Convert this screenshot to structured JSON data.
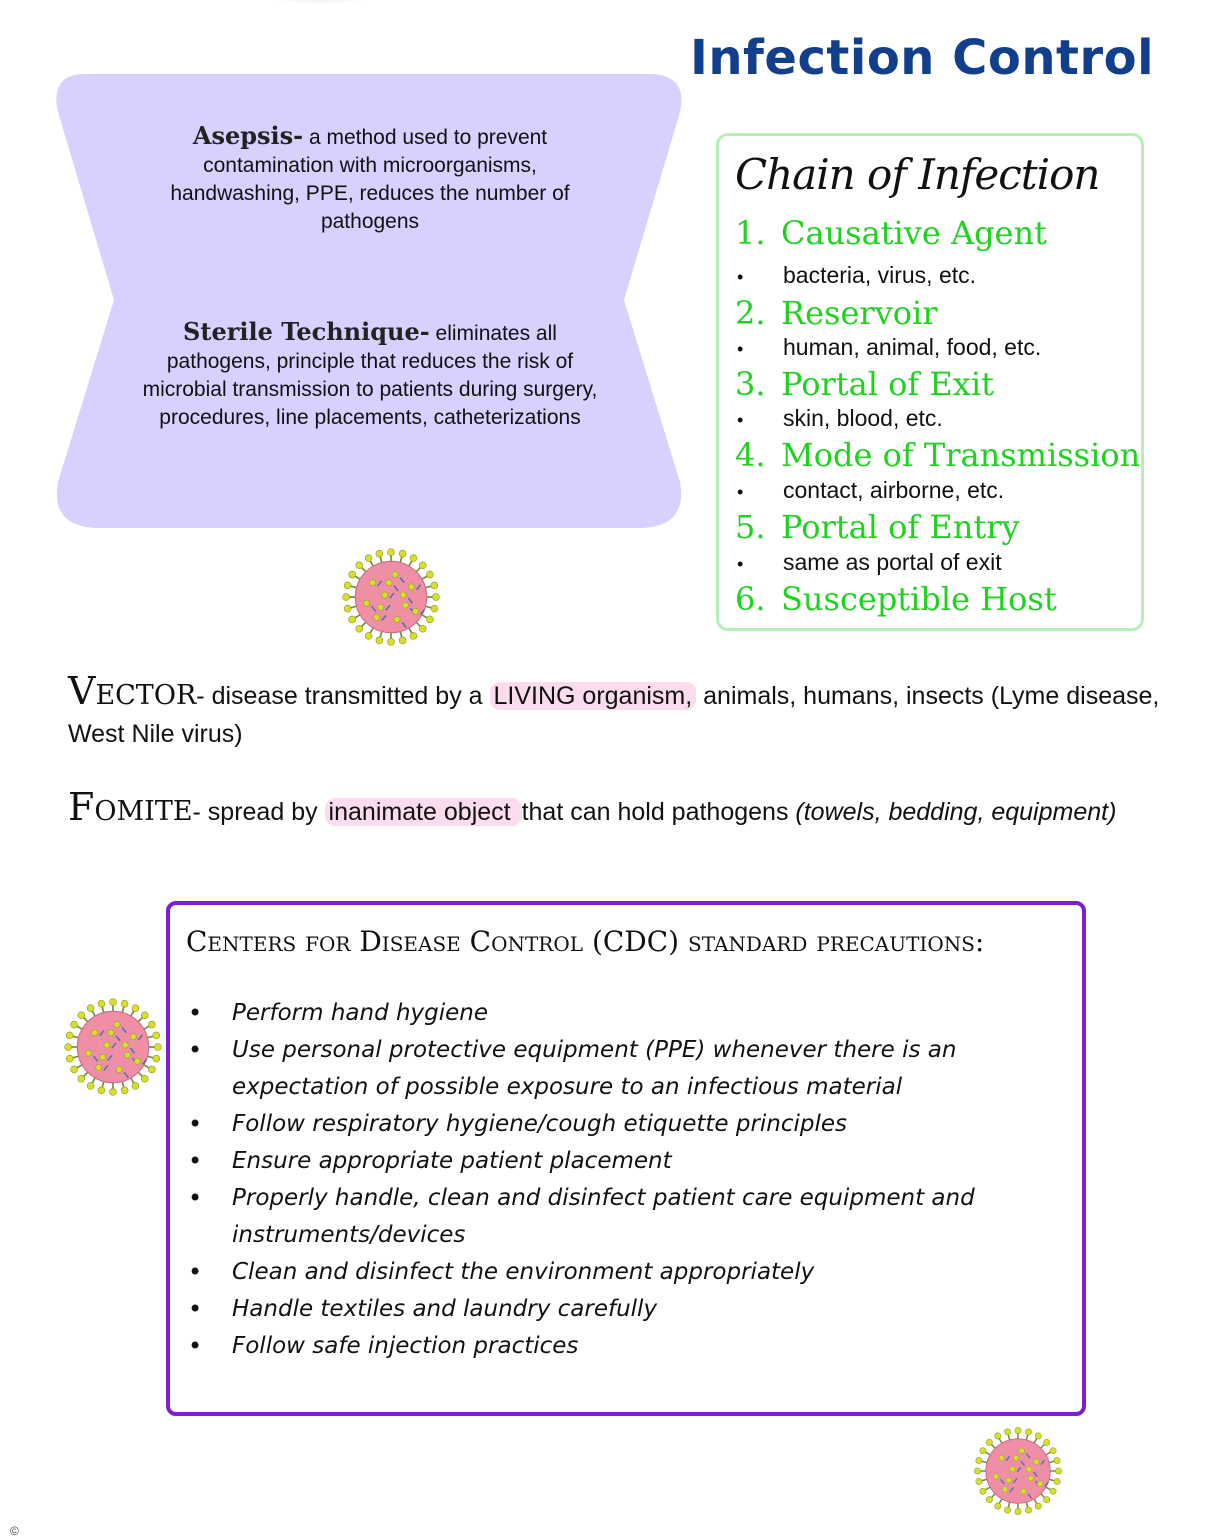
{
  "title": "Infection Control",
  "definitions": {
    "asepsis": {
      "term": "Asepsis-",
      "text": " a method used to prevent contamination with microorganisms, handwashing, PPE, reduces the number of pathogens"
    },
    "sterile": {
      "term": "Sterile Technique-",
      "text": " eliminates all pathogens, principle that reduces the risk of microbial transmission to patients during surgery, procedures, line placements, catheterizations"
    }
  },
  "chain": {
    "title": "Chain of Infection",
    "steps": [
      {
        "num": "1.",
        "label": "Causative Agent",
        "detail": "bacteria, virus, etc."
      },
      {
        "num": "2.",
        "label": "Reservoir",
        "detail": "human, animal, food, etc."
      },
      {
        "num": "3.",
        "label": "Portal of Exit",
        "detail": "skin, blood, etc."
      },
      {
        "num": "4.",
        "label": "Mode of Transmission",
        "detail": "contact, airborne, etc."
      },
      {
        "num": "5.",
        "label": "Portal of Entry",
        "detail": "same as portal of exit"
      },
      {
        "num": "6.",
        "label": "Susceptible Host",
        "detail": ""
      }
    ],
    "bullet": "•"
  },
  "vector": {
    "term": "Vector",
    "dash": "- disease transmitted by a ",
    "highlight": "LIVING organism,",
    "rest": " animals, humans, insects (Lyme disease, West Nile virus)"
  },
  "fomite": {
    "term": "Fomite",
    "dash": "- spread by ",
    "highlight": "inanimate object ",
    "rest": "that can hold pathogens ",
    "italic": "(towels, bedding, equipment)"
  },
  "cdc": {
    "title": "Centers for Disease Control (CDC) standard precautions:",
    "bullet": "•",
    "items": [
      "Perform hand hygiene",
      "Use personal protective equipment (PPE) whenever there is an expectation of possible exposure to an infectious material",
      "Follow respiratory hygiene/cough etiquette principles",
      "Ensure appropriate patient placement",
      "Properly handle, clean and disinfect patient care equipment and instruments/devices",
      "Clean and disinfect the environment appropriately",
      "Handle textiles and laundry carefully",
      "Follow safe injection practices"
    ]
  },
  "colors": {
    "title": "#123f8c",
    "chain_green": "#1ed21e",
    "chain_border": "#b7f0b7",
    "hourglass_fill": "#d8d0ff",
    "highlight": "#fbdcef",
    "cdc_border": "#7d1ed2",
    "virus_body": "#ee8fa6",
    "virus_spike": "#d8de2a"
  },
  "icons": [
    "virus-icon",
    "virus-icon",
    "virus-icon"
  ],
  "corner_mark": "©"
}
